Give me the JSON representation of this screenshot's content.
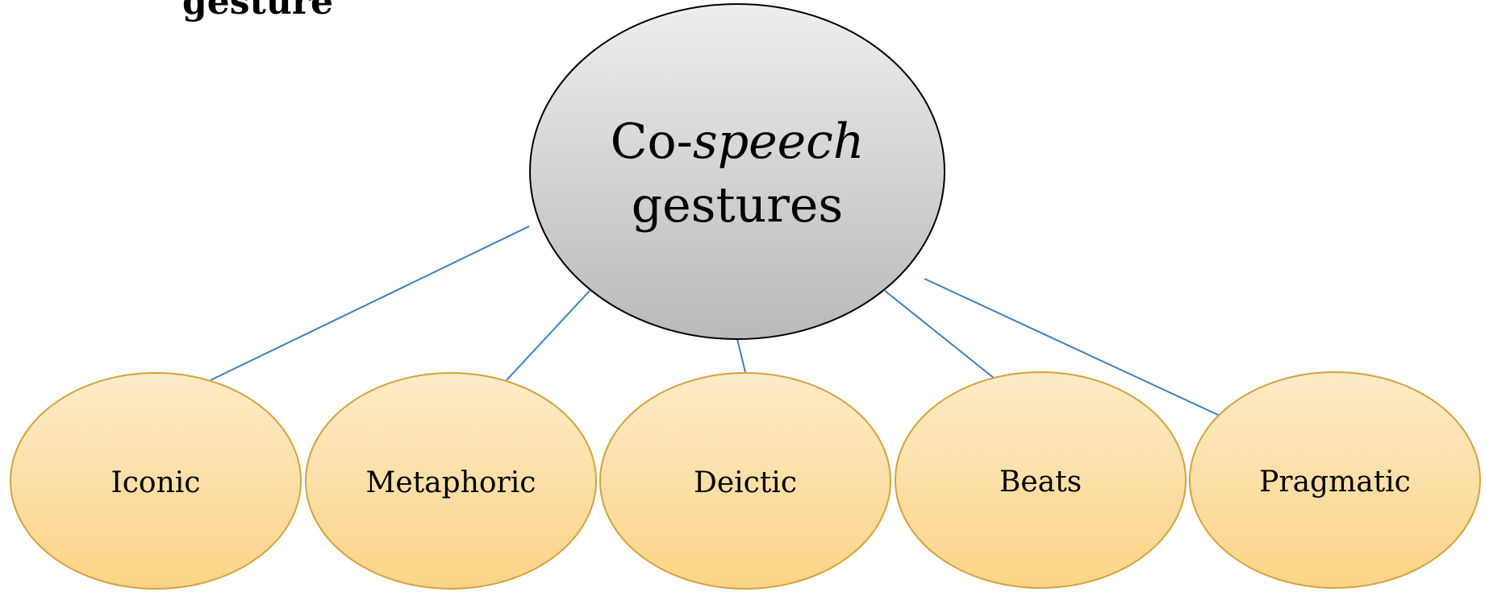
{
  "heading": {
    "visible_text": "gesture"
  },
  "colors": {
    "accent_dot": "#ffc20e",
    "connector": "#3b7fc0",
    "root_fill_top": "#eeeeee",
    "root_fill_bottom": "#b9b9b9",
    "root_stroke": "#000000",
    "child_fill_top": "#fdebc8",
    "child_fill_bottom": "#fbd486",
    "child_stroke": "#d4a13c",
    "text": "#000000"
  },
  "diagram": {
    "root": {
      "line1_plain": "Co-",
      "line1_italic": "speech",
      "line2": "gestures"
    },
    "children": [
      {
        "id": "iconic",
        "label": "Iconic"
      },
      {
        "id": "metaphoric",
        "label": "Metaphoric"
      },
      {
        "id": "deictic",
        "label": "Deictic"
      },
      {
        "id": "beats",
        "label": "Beats"
      },
      {
        "id": "pragmatic",
        "label": "Pragmatic"
      }
    ]
  }
}
